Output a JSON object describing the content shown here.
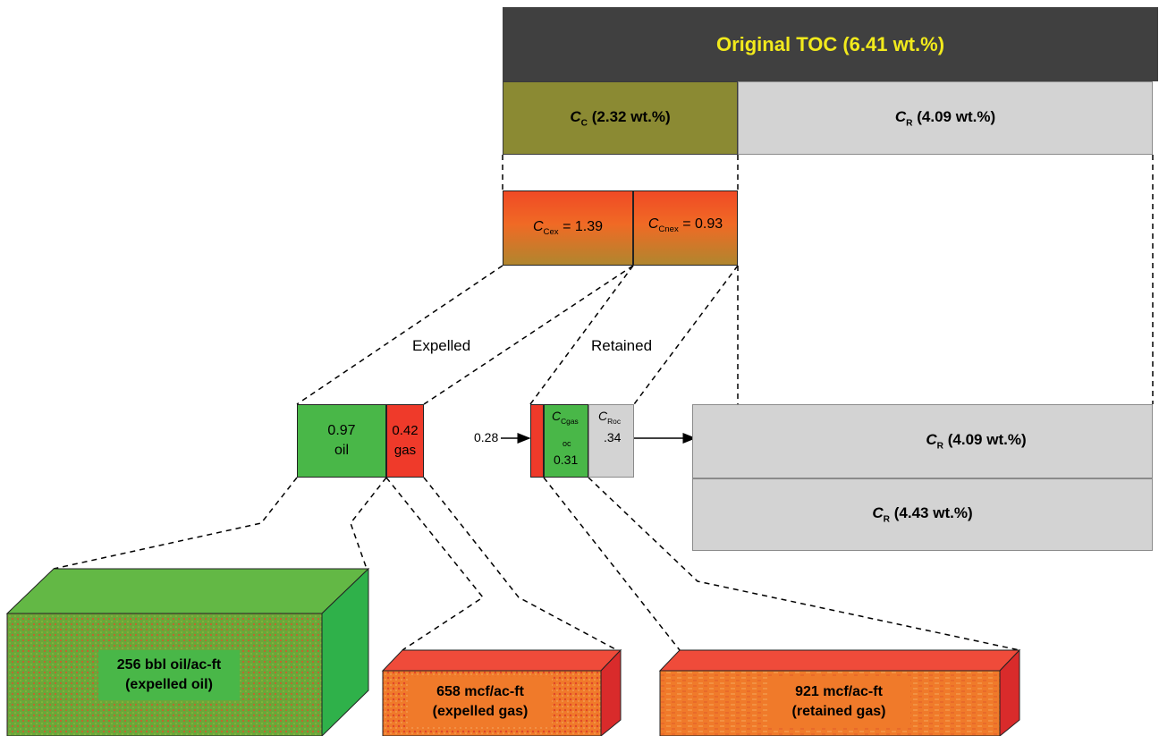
{
  "toc": {
    "label": "Original TOC (6.41 wt.%)"
  },
  "cc": {
    "symbol": "C",
    "sub": "C",
    "value": "(2.32 wt.%)"
  },
  "cr_top": {
    "symbol": "C",
    "sub": "R",
    "value": "(4.09 wt.%)"
  },
  "cex": {
    "symbol": "C",
    "sub": "Cex",
    "value": "= 1.39"
  },
  "cnex": {
    "symbol": "C",
    "sub": "Cnex",
    "value": "= 0.93"
  },
  "labels": {
    "expelled": "Expelled",
    "retained": "Retained"
  },
  "expelled": {
    "oil_value": "0.97",
    "oil_label": "oil",
    "gas_value": "0.42",
    "gas_label": "gas"
  },
  "retained": {
    "red_value": "0.28",
    "green_symbol": "C",
    "green_sub": "Cgas",
    "green_sub2": "oc",
    "green_value": "0.31",
    "grey_symbol": "C",
    "grey_sub": "Roc",
    "grey_value": ".34"
  },
  "cr_mid": {
    "symbol": "C",
    "sub": "R",
    "value": "(4.09 wt.%)"
  },
  "cr_bot": {
    "symbol": "C",
    "sub": "R",
    "value": "(4.43 wt.%)"
  },
  "results": {
    "oil_line1": "256 bbl oil/ac-ft",
    "oil_line2": "(expelled oil)",
    "gas_exp_line1": "658 mcf/ac-ft",
    "gas_exp_line2": "(expelled gas)",
    "gas_ret_line1": "921 mcf/ac-ft",
    "gas_ret_line2": "(retained gas)"
  },
  "colors": {
    "toc_bg": "#404040",
    "toc_text": "#f2ea1c",
    "olive": "#8b8a33",
    "grey": "#d3d3d3",
    "green": "#49b748",
    "red": "#ef3a2a",
    "orange": "#f07a2a"
  }
}
